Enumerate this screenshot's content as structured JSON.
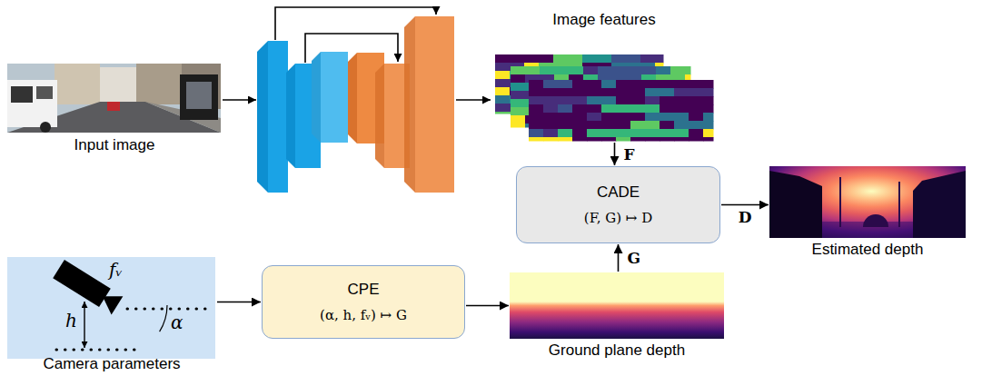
{
  "diagram": {
    "nodes": [
      {
        "text": [
          "Input image"
        ]
      },
      {
        "text": [
          "Image features"
        ]
      },
      {
        "text": [
          "CADE",
          "(F, G) ↦ D"
        ]
      },
      {
        "text": [
          "Estimated depth"
        ]
      },
      {
        "text": [
          "Camera parameters"
        ]
      },
      {
        "text": [
          "CPE",
          "(α, h, fᵥ) ↦ G"
        ]
      },
      {
        "text": [
          "Ground plane depth"
        ]
      }
    ],
    "edges": [
      {
        "from": 1,
        "to": 2,
        "arrow": "to",
        "label": "F"
      },
      {
        "from": 2,
        "to": 3,
        "arrow": "to",
        "label": "D"
      },
      {
        "from": 4,
        "to": 5,
        "arrow": "to"
      },
      {
        "from": 5,
        "to": 6,
        "arrow": "to"
      },
      {
        "from": 6,
        "to": 2,
        "arrow": "to",
        "label": "G"
      }
    ],
    "labels": [
      "fᵥ",
      "h",
      "α"
    ]
  }
}
